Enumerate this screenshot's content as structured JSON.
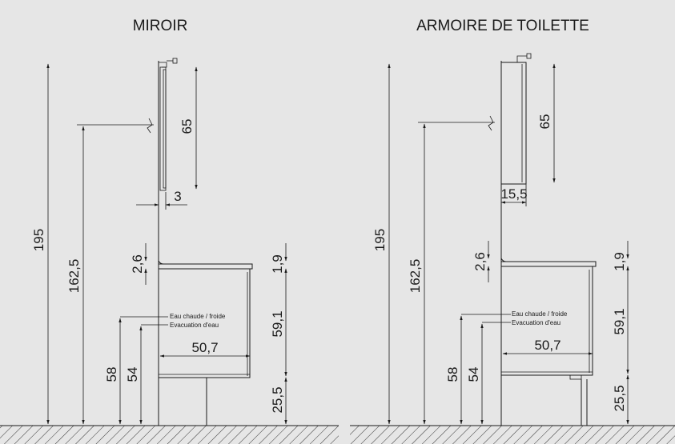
{
  "left": {
    "title": "MIROIR",
    "dim_total": "195",
    "dim_mount": "162,5",
    "dim_height": "65",
    "dim_depth": "3",
    "dim_top": "2,6",
    "dim_counter": "1,9",
    "dim_cabinet": "59,1",
    "dim_leg": "25,5",
    "dim_width": "50,7",
    "dim_hot_cold": "58",
    "dim_drain": "54",
    "label_hot_cold": "Eau chaude / froide",
    "label_drain": "Evacuation d'eau"
  },
  "right": {
    "title": "ARMOIRE DE TOILETTE",
    "dim_total": "195",
    "dim_mount": "162,5",
    "dim_height": "65",
    "dim_depth": "15,5",
    "dim_top": "2,6",
    "dim_counter": "1,9",
    "dim_cabinet": "59,1",
    "dim_leg": "25,5",
    "dim_width": "50,7",
    "dim_hot_cold": "58",
    "dim_drain": "54",
    "label_hot_cold": "Eau chaude / froide",
    "label_drain": "Evacuation d'eau"
  }
}
